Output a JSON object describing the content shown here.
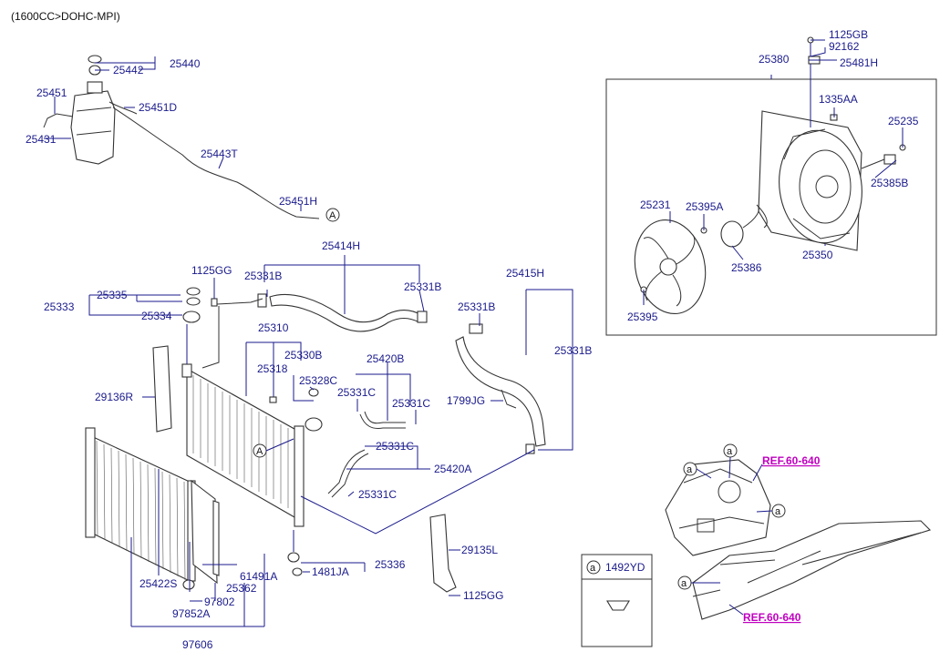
{
  "header": "(1600CC>DOHC-MPI)",
  "legend_box": {
    "symbol": "a",
    "part": "1492YD"
  },
  "refs": [
    "REF.60-640",
    "REF.60-640"
  ],
  "callouts": {
    "A": "A",
    "a": "a"
  },
  "labels": {
    "p1125GB": "1125GB",
    "p92162": "92162",
    "p25481H": "25481H",
    "p25380": "25380",
    "p1335AA": "1335AA",
    "p25235": "25235",
    "p25385B": "25385B",
    "p25231": "25231",
    "p25395A": "25395A",
    "p25350": "25350",
    "p25386": "25386",
    "p25395": "25395",
    "p25440": "25440",
    "p25442": "25442",
    "p25451": "25451",
    "p25451D": "25451D",
    "p25431": "25431",
    "p25443T": "25443T",
    "p25451H": "25451H",
    "p25414H": "25414H",
    "p1125GG_top": "1125GG",
    "p25331B_a": "25331B",
    "p25331B_b": "25331B",
    "p25335": "25335",
    "p25333": "25333",
    "p25334": "25334",
    "p25310": "25310",
    "p25330B": "25330B",
    "p25318": "25318",
    "p25328C": "25328C",
    "p25420B": "25420B",
    "p25331C_a": "25331C",
    "p25331C_b": "25331C",
    "p25331C_c": "25331C",
    "p25331C_d": "25331C",
    "p29136R": "29136R",
    "p25415H": "25415H",
    "p25331B_c": "25331B",
    "p25331B_d": "25331B",
    "p1799JG": "1799JG",
    "p25420A": "25420A",
    "p29135L": "29135L",
    "p25336": "25336",
    "p1481JA": "1481JA",
    "p1125GG_bot": "1125GG",
    "p25422S": "25422S",
    "p61491A": "61491A",
    "p25362": "25362",
    "p97802": "97802",
    "p97852A": "97852A",
    "p97606": "97606"
  }
}
